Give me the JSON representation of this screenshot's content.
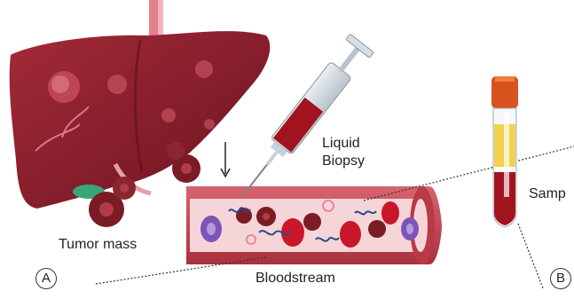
{
  "labels": {
    "liquid_biopsy_line1": "Liquid",
    "liquid_biopsy_line2": "Biopsy",
    "tumor_mass": "Tumor mass",
    "bloodstream": "Bloodstream",
    "sample": "Samp",
    "panel_a": "A",
    "panel_b": "B"
  },
  "colors": {
    "liver": "#8c1f2c",
    "liver_dark": "#5e0f1a",
    "vessel_wall": "#c9505d",
    "vessel_lumen": "#f6d5d8",
    "rbc": "#c8172a",
    "tube_cap": "#d9531e",
    "plasma": "#f2d24a",
    "blood": "#a3121f"
  }
}
